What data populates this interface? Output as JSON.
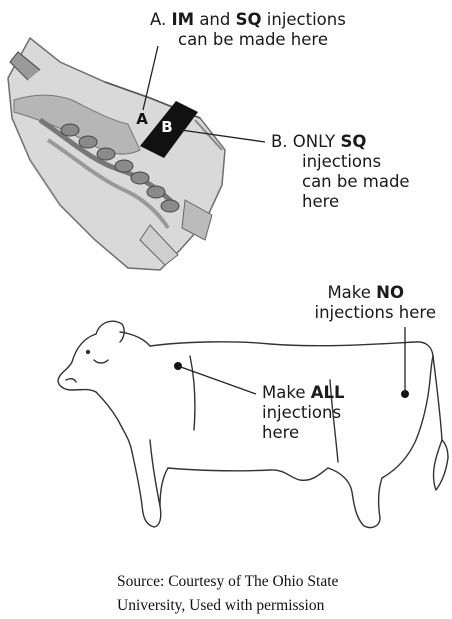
{
  "neck_figure": {
    "label_a": {
      "prefix": "A.",
      "bold1": "IM",
      "mid": "and",
      "bold2": "SQ",
      "rest": "injections",
      "line2": "can be made here"
    },
    "label_b": {
      "prefix": "B. ONLY",
      "bold": "SQ",
      "line2": "injections",
      "line3": "can be made",
      "line4": "here"
    },
    "marker_a": "A",
    "marker_b": "B"
  },
  "cow_figure": {
    "no_label": {
      "pre": "Make",
      "bold": "NO",
      "line2": "injections here"
    },
    "all_label": {
      "pre": "Make",
      "bold": "ALL",
      "line2": "injections",
      "line3": "here"
    }
  },
  "caption": {
    "line1": "Source: Courtesy of The Ohio State",
    "line2": "University, Used with permission"
  }
}
